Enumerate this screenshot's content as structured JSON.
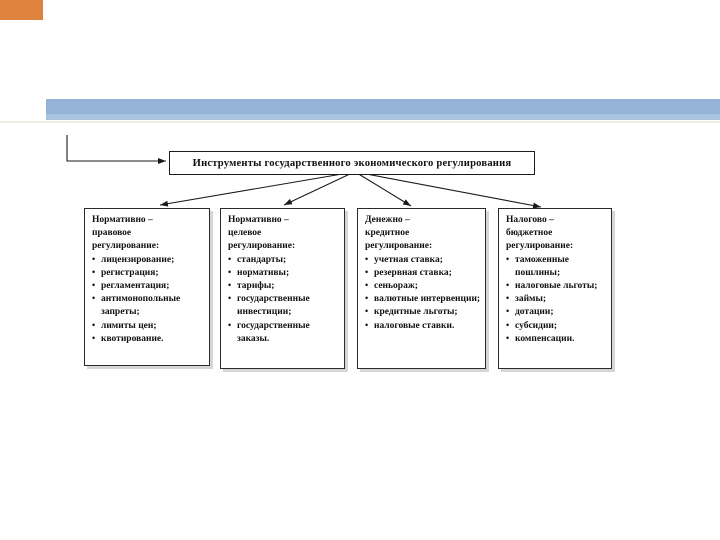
{
  "icons": {
    "bullet": "•"
  },
  "colors": {
    "accent_orange": "#df823e",
    "accent_blue": "#95b3d7",
    "line": "#1a1a1a",
    "box_shadow": "#d6d6d6"
  },
  "title_box": {
    "text": "Инструменты государственного экономического регулирования"
  },
  "boxes": [
    {
      "heading_lines": [
        "Нормативно –",
        "правовое",
        "регулирование:"
      ],
      "items": [
        "лицензирование;",
        "регистрация;",
        "регламентация;",
        "антимонопольные запреты;",
        "лимиты цен;",
        "квотирование."
      ]
    },
    {
      "heading_lines": [
        "Нормативно –",
        "целевое",
        "регулирование:"
      ],
      "items": [
        "стандарты;",
        "нормативы;",
        "тарифы;",
        "государственные инвестиции;",
        "государственные заказы."
      ]
    },
    {
      "heading_lines": [
        "Денежно –",
        "кредитное",
        "регулирование:"
      ],
      "items": [
        "учетная ставка;",
        "резервная ставка;",
        "сеньораж;",
        "валютные интервенции;",
        "кредитные льготы;",
        "налоговые ставки."
      ]
    },
    {
      "heading_lines": [
        "Налогово –",
        "бюджетное",
        "регулирование:"
      ],
      "items": [
        "таможенные пошлины;",
        "налоговые льготы;",
        "займы;",
        "дотации;",
        "субсидии;",
        "компенсации."
      ]
    }
  ]
}
